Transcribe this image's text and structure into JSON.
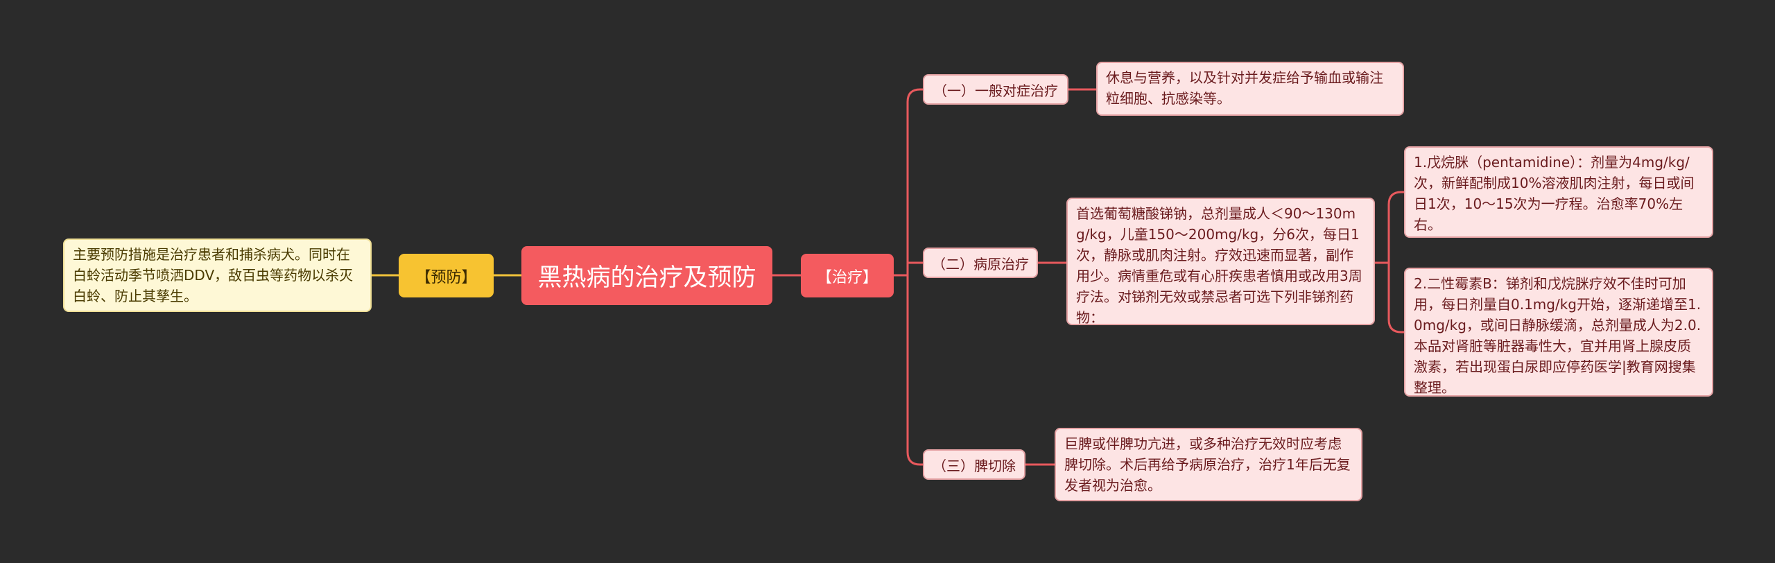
{
  "colors": {
    "background": "#2b2b2b",
    "root": "#f45b5f",
    "prevent_branch": "#f7c331",
    "treat_branch": "#f45b5f",
    "pink_node": "#fde4e4",
    "yellow_node": "#fef8d6",
    "treat_link": "#e8595d",
    "prevent_link": "#f2c33a"
  },
  "root": {
    "title": "黑热病的治疗及预防"
  },
  "prevention": {
    "label": "【预防】",
    "detail": "主要预防措施是治疗患者和捕杀病犬。同时在白蛉活动季节喷洒DDV，敌百虫等药物以杀灭白蛉、防止其孳生。"
  },
  "treatment": {
    "label": "【治疗】",
    "general": {
      "label": "（一）一般对症治疗",
      "detail": "休息与营养，以及针对并发症给予输血或输注粒细胞、抗感染等。"
    },
    "etiologic": {
      "label": "（二）病原治疗",
      "detail": "首选葡萄糖酸锑钠，总剂量成人＜90～130mg/kg，儿童150～200mg/kg，分6次，每日1次，静脉或肌肉注射。疗效迅速而显著，副作用少。病情重危或有心肝疾患者慎用或改用3周疗法。对锑剂无效或禁忌者可选下列非锑剂药物：",
      "drugs": [
        "1.戊烷脒（pentamidine）：剂量为4mg/kg/次，新鲜配制成10%溶液肌肉注射，每日或间日1次，10～15次为一疗程。治愈率70%左右。",
        "2.二性霉素B：锑剂和戊烷脒疗效不佳时可加用，每日剂量自0.1mg/kg开始，逐渐递增至1.0mg/kg，或间日静脉缓滴，总剂量成人为2.0.本品对肾脏等脏器毒性大，宜并用肾上腺皮质激素，若出现蛋白尿即应停药医学|教育网搜集整理。"
      ]
    },
    "splenectomy": {
      "label": "（三）脾切除",
      "detail": "巨脾或伴脾功亢进，或多种治疗无效时应考虑脾切除。术后再给予病原治疗，治疗1年后无复发者视为治愈。"
    }
  }
}
